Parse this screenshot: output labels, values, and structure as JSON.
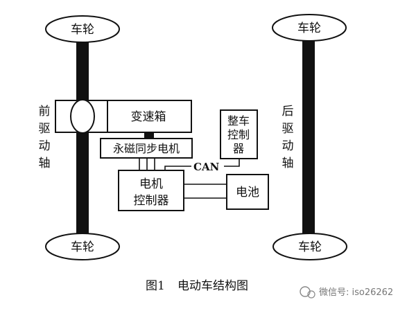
{
  "diagram": {
    "front_axle_label": "前驱动轴",
    "rear_axle_label": "后驱动轴",
    "wheel_front_top": "车轮",
    "wheel_front_bottom": "车轮",
    "wheel_rear_top": "车轮",
    "wheel_rear_bottom": "车轮",
    "gearbox": "变速箱",
    "motor": "永磁同步电机",
    "motor_controller_line1": "电机",
    "motor_controller_line2": "控制器",
    "vehicle_controller_line1": "整车",
    "vehicle_controller_line2": "控制",
    "vehicle_controller_line3": "器",
    "battery": "电池",
    "can_bus": "CAN"
  },
  "caption": {
    "figure_number": "图1",
    "title": "电动车结构图"
  },
  "watermark": {
    "text": "微信号: iso26262"
  }
}
